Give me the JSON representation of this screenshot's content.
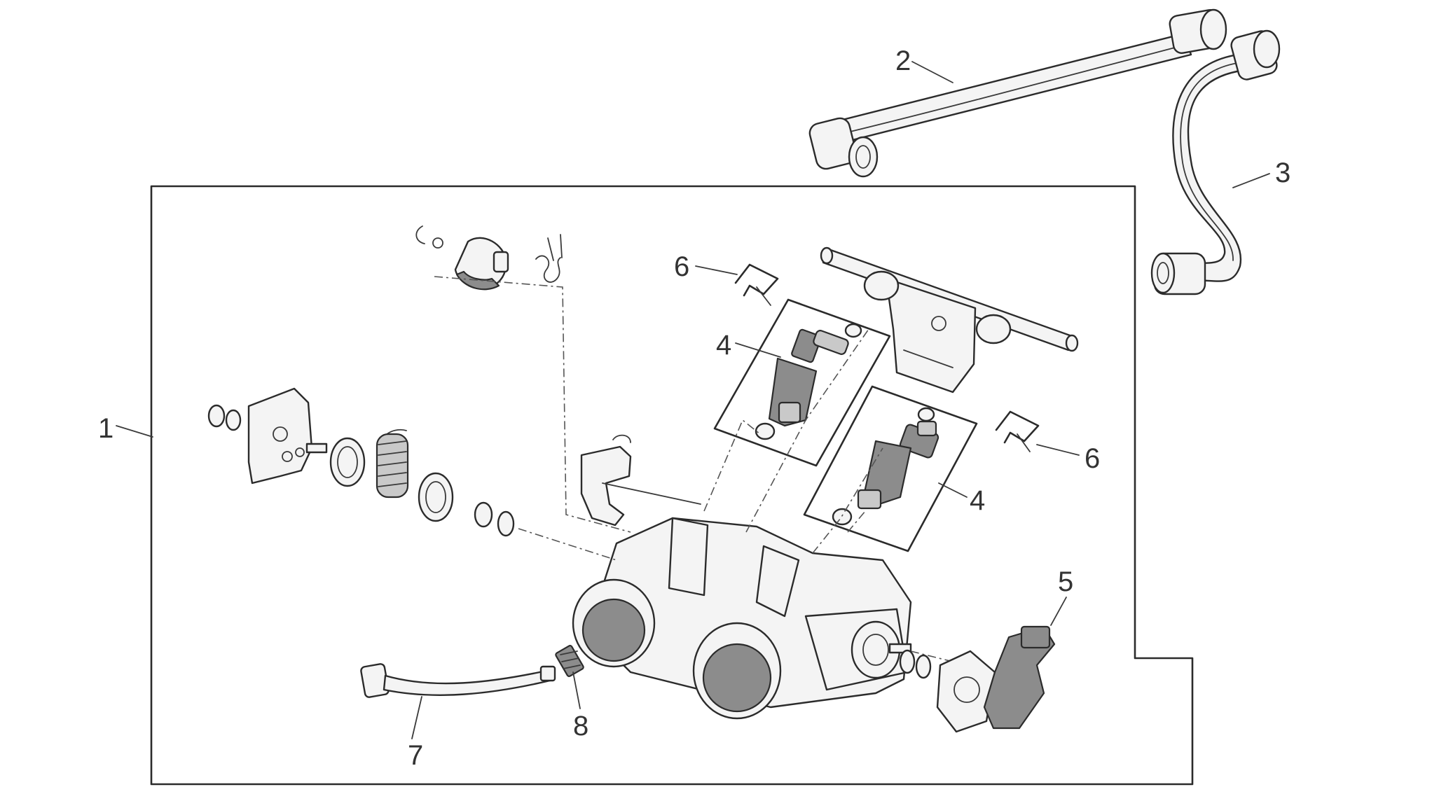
{
  "colors": {
    "line": "#2b2b2b",
    "fill_light": "#f4f4f4",
    "fill_dark": "#8c8c8c",
    "fill_mid": "#c9c9c9",
    "background": "#ffffff"
  },
  "callouts": {
    "c1": "1",
    "c2": "2",
    "c3": "3",
    "c4a": "4",
    "c4b": "4",
    "c5": "5",
    "c6a": "6",
    "c6b": "6",
    "c7": "7",
    "c8": "8"
  }
}
